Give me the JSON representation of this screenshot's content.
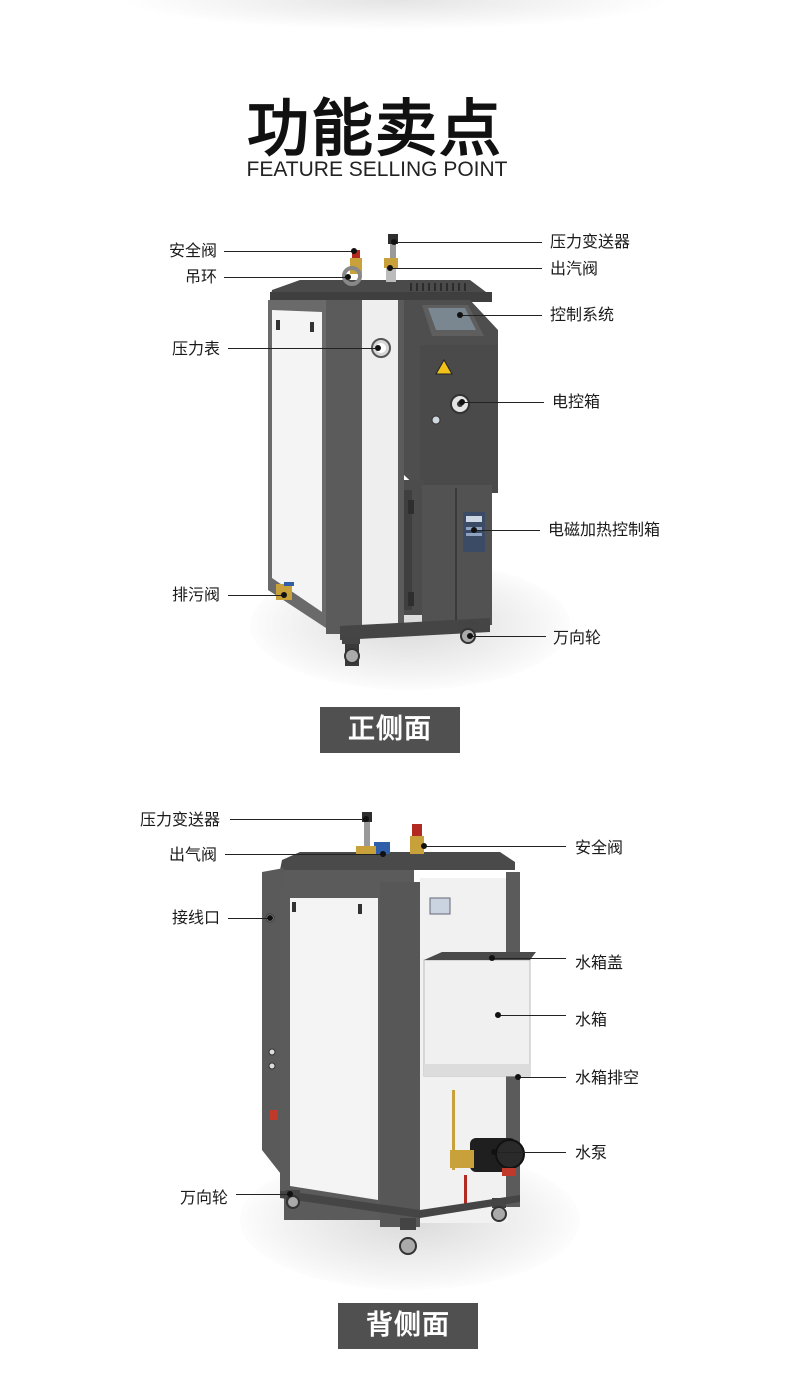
{
  "header": {
    "title": "功能卖点",
    "subtitle": "FEATURE SELLING POINT"
  },
  "front": {
    "caption": "正侧面",
    "labels": {
      "safety_valve": "安全阀",
      "lifting_ring": "吊环",
      "pressure_gauge": "压力表",
      "drain_valve": "排污阀",
      "pressure_transmitter": "压力变送器",
      "outlet_valve": "出汽阀",
      "control_system": "控制系统",
      "control_box": "电控箱",
      "induction_control_box": "电磁加热控制箱",
      "caster": "万向轮"
    }
  },
  "back": {
    "caption": "背侧面",
    "labels": {
      "pressure_transmitter": "压力变送器",
      "outlet_valve": "出气阀",
      "wiring_port": "接线口",
      "caster": "万向轮",
      "safety_valve": "安全阀",
      "tank_lid": "水箱盖",
      "water_tank": "水箱",
      "tank_drain": "水箱排空",
      "water_pump": "水泵"
    }
  },
  "colors": {
    "frame_dark": "#5b5b5b",
    "panel_light": "#f2f2f2",
    "caption_bg": "#505050",
    "valve_red": "#b32a22",
    "brass": "#c9a13a"
  }
}
